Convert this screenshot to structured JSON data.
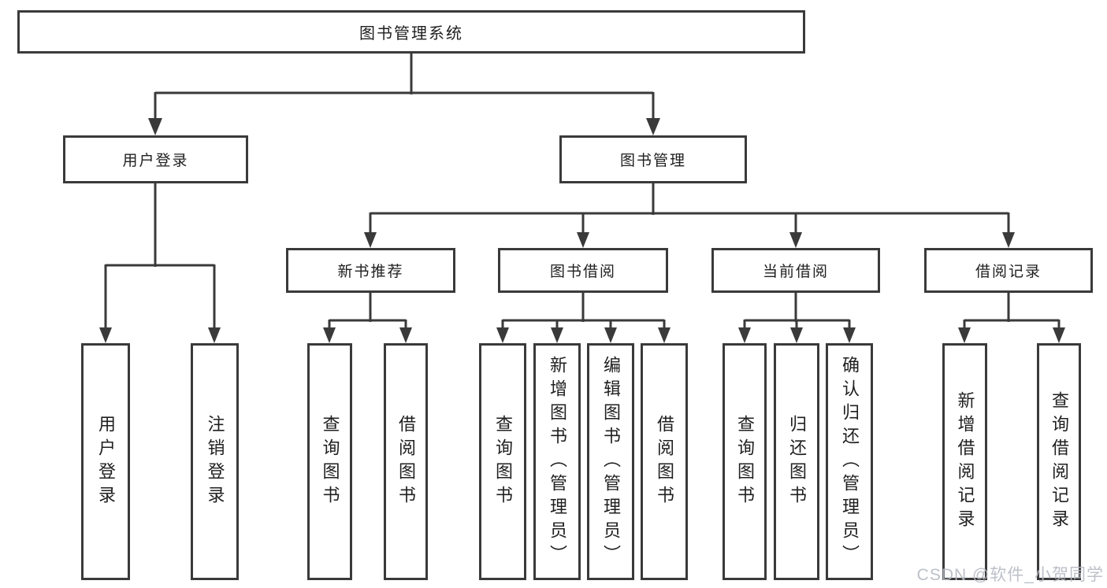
{
  "diagram_type": "hierarchy-chart",
  "colors": {
    "line": "#3a3a3a",
    "box_border": "#3a3a3a",
    "text": "#1f1f1f",
    "watermark": "#b6bac3",
    "background": "#ffffff"
  },
  "tree": {
    "label": "图书管理系统",
    "children": [
      {
        "label": "用户登录",
        "children": [
          {
            "label": "用户登录"
          },
          {
            "label": "注销登录"
          }
        ]
      },
      {
        "label": "图书管理",
        "children": [
          {
            "label": "新书推荐",
            "children": [
              {
                "label": "查询图书"
              },
              {
                "label": "借阅图书"
              }
            ]
          },
          {
            "label": "图书借阅",
            "children": [
              {
                "label": "查询图书"
              },
              {
                "label": "新增图书（管理员）"
              },
              {
                "label": "编辑图书（管理员）"
              },
              {
                "label": "借阅图书"
              }
            ]
          },
          {
            "label": "当前借阅",
            "children": [
              {
                "label": "查询图书"
              },
              {
                "label": "归还图书"
              },
              {
                "label": "确认归还（管理员）"
              }
            ]
          },
          {
            "label": "借阅记录",
            "children": [
              {
                "label": "新增借阅记录"
              },
              {
                "label": "查询借阅记录"
              }
            ]
          }
        ]
      }
    ]
  },
  "watermark": {
    "text": "CSDN @软件_小贺同学"
  }
}
